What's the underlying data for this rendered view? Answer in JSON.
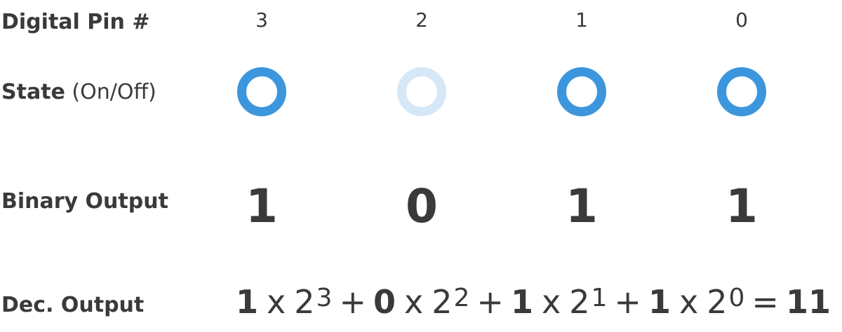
{
  "labels": {
    "pin": "Digital Pin #",
    "state_bold": "State",
    "state_light": " (On/Off)",
    "binary": "Binary Output",
    "decimal": "Dec. Output"
  },
  "colors": {
    "on": "#3b96dd",
    "off": "#d6e8f7",
    "text": "#3a3a3a"
  },
  "pins": [
    {
      "pin": "3",
      "state": "on",
      "binary": "1",
      "weight": "2",
      "exp": "3"
    },
    {
      "pin": "2",
      "state": "off",
      "binary": "0",
      "weight": "2",
      "exp": "2"
    },
    {
      "pin": "1",
      "state": "on",
      "binary": "1",
      "weight": "2",
      "exp": "1"
    },
    {
      "pin": "0",
      "state": "on",
      "binary": "1",
      "weight": "2",
      "exp": "0"
    }
  ],
  "formula": {
    "times": "x",
    "plus": "+",
    "equals": "=",
    "result": "11"
  }
}
